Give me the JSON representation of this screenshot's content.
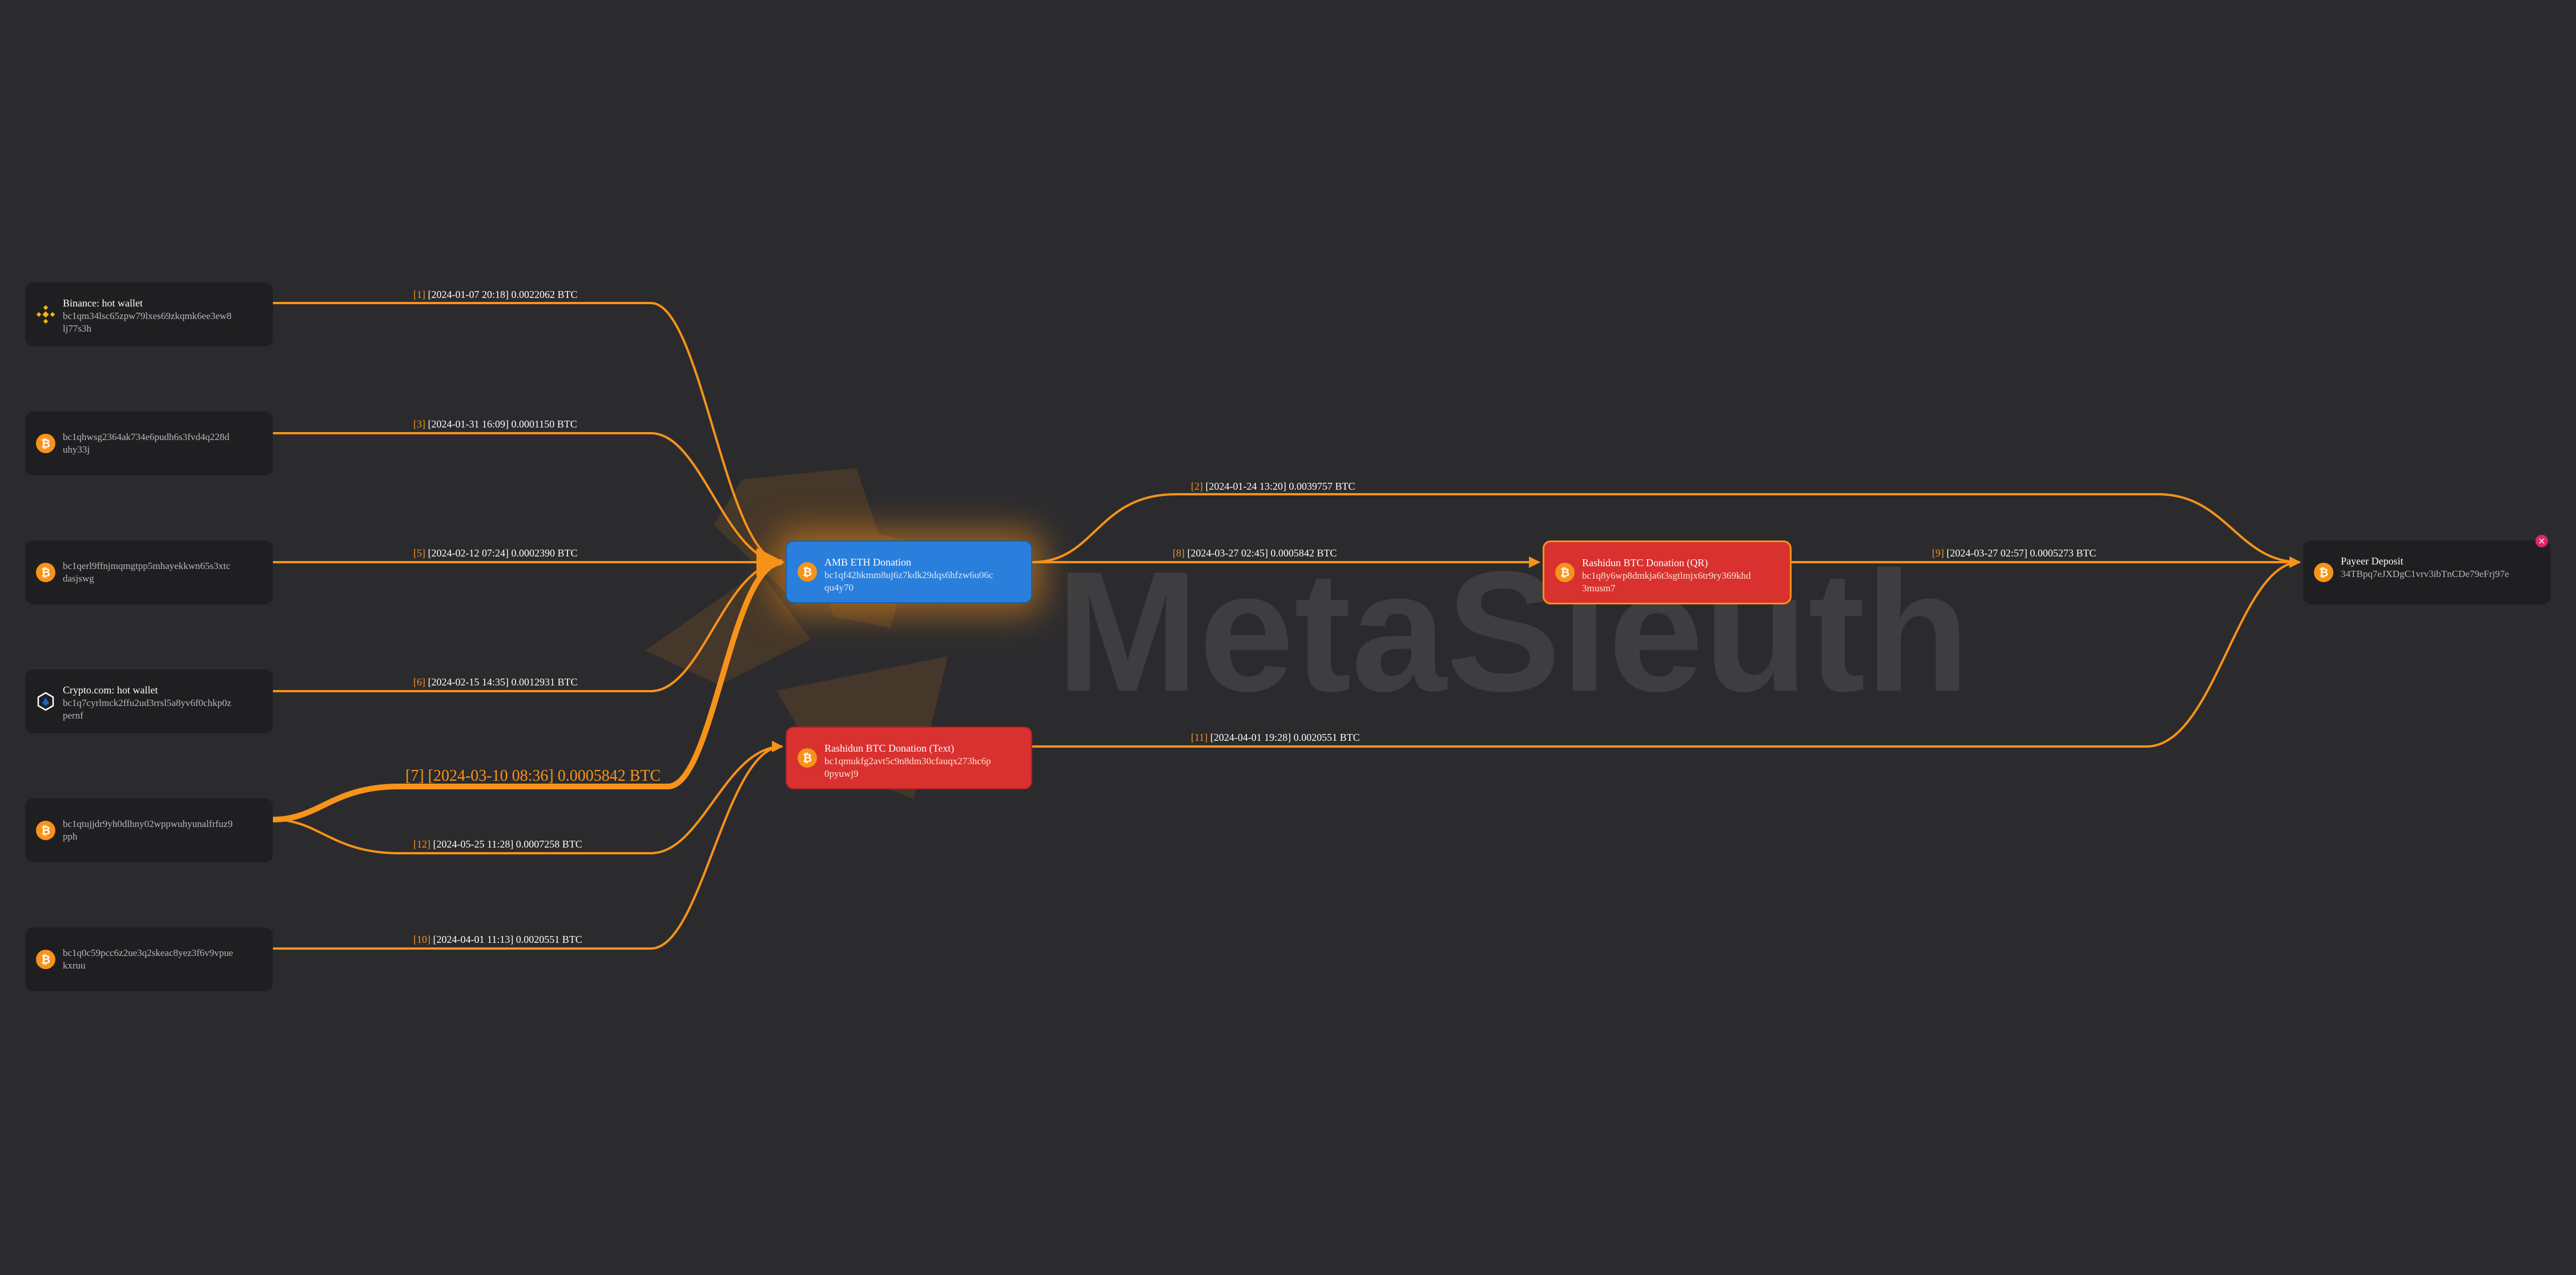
{
  "watermark": {
    "text": "MetaSleuth"
  },
  "colors": {
    "edge": "#f7931a",
    "background": "#2b2b2e",
    "node_dark": "#1f1f21",
    "node_blue": "#2a7fdc",
    "node_red": "#d8312f"
  },
  "nodes": [
    {
      "id": "binance",
      "title": "Binance: hot wallet",
      "address": "bc1qm34lsc65zpw79lxes69zkqmk6ee3ew8lj77s3h",
      "icon": "binance-icon",
      "style": "dark"
    },
    {
      "id": "w3",
      "title": "",
      "address": "bc1qhwsg2364ak734e6pudh6s3fvd4q228duhy33j",
      "icon": "bitcoin-icon",
      "style": "dark"
    },
    {
      "id": "w5",
      "title": "",
      "address": "bc1qerl9ffnjmqmgtpp5mhayekkwn65s3xtcdasjswg",
      "icon": "bitcoin-icon",
      "style": "dark"
    },
    {
      "id": "cryptocom",
      "title": "Crypto.com: hot wallet",
      "address": "bc1q7cyrlmck2ffu2ud3rrsl5a8yv6f0chkp0zpernf",
      "icon": "cryptocom-icon",
      "style": "dark"
    },
    {
      "id": "w7",
      "title": "",
      "address": "bc1qtujjdr9yh0dlhny02wppwuhyunalfrfuz9pph",
      "icon": "bitcoin-icon",
      "style": "dark"
    },
    {
      "id": "w10",
      "title": "",
      "address": "bc1q0c59pcc6z2ue3q2skeac8yez3f6v9vpuekxruu",
      "icon": "bitcoin-icon",
      "style": "dark"
    },
    {
      "id": "amb",
      "title": "AMB ETH Donation",
      "address": "bc1qf42hkmm8uj6z7kdk29dqs6hfzw6u06cqu4y70",
      "icon": "bitcoin-icon",
      "style": "blue"
    },
    {
      "id": "rtext",
      "title": "Rashidun BTC Donation (Text)",
      "address": "bc1qmukfg2avt5c9n8dm30cfauqx273hc6p0pyuwj9",
      "icon": "bitcoin-icon",
      "style": "red"
    },
    {
      "id": "rqr",
      "title": "Rashidun BTC Donation (QR)",
      "address": "bc1q8y6wp8dmkja6t3sgtlmjx6tr9ry369khd3musm7",
      "icon": "bitcoin-icon",
      "style": "red-selected"
    },
    {
      "id": "payeer",
      "title": "Payeer Deposit",
      "address": "34TBpq7eJXDgC1vrv3ibTnCDe79eFrj97e",
      "icon": "bitcoin-icon",
      "style": "dark"
    }
  ],
  "edges": [
    {
      "index": "[1]",
      "label": "[2024-01-07 20:18] 0.0022062 BTC",
      "from": "binance",
      "to": "amb"
    },
    {
      "index": "[3]",
      "label": "[2024-01-31 16:09] 0.0001150 BTC",
      "from": "w3",
      "to": "amb"
    },
    {
      "index": "[5]",
      "label": "[2024-02-12 07:24] 0.0002390 BTC",
      "from": "w5",
      "to": "amb"
    },
    {
      "index": "[6]",
      "label": "[2024-02-15 14:35] 0.0012931 BTC",
      "from": "cryptocom",
      "to": "amb"
    },
    {
      "index": "[7]",
      "label": "[2024-03-10 08:36] 0.0005842 BTC",
      "from": "w7",
      "to": "amb",
      "emphasis": true
    },
    {
      "index": "[12]",
      "label": "[2024-05-25 11:28] 0.0007258 BTC",
      "from": "w7",
      "to": "rtext"
    },
    {
      "index": "[10]",
      "label": "[2024-04-01 11:13] 0.0020551 BTC",
      "from": "w10",
      "to": "rtext"
    },
    {
      "index": "[2]",
      "label": "[2024-01-24 13:20] 0.0039757 BTC",
      "from": "amb",
      "to": "payeer"
    },
    {
      "index": "[8]",
      "label": "[2024-03-27 02:45] 0.0005842 BTC",
      "from": "amb",
      "to": "rqr"
    },
    {
      "index": "[9]",
      "label": "[2024-03-27 02:57] 0.0005273 BTC",
      "from": "rqr",
      "to": "payeer"
    },
    {
      "index": "[11]",
      "label": "[2024-04-01 19:28] 0.0020551 BTC",
      "from": "rtext",
      "to": "payeer"
    }
  ],
  "close_button": {
    "label": "×"
  }
}
